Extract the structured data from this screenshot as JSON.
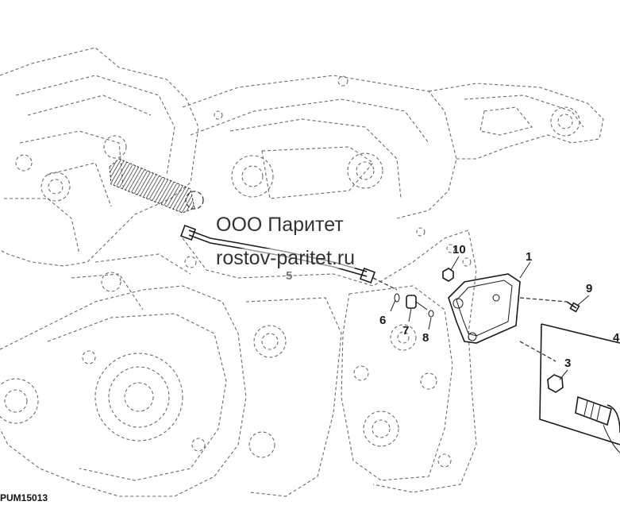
{
  "watermark": {
    "company": "ООО Паритет",
    "site": "rostov-paritet.ru"
  },
  "figure_code": "PUM15013",
  "callouts": [
    {
      "id": "c1",
      "label": "1"
    },
    {
      "id": "c3",
      "label": "3"
    },
    {
      "id": "c4",
      "label": "4"
    },
    {
      "id": "c5",
      "label": "5"
    },
    {
      "id": "c6",
      "label": "6"
    },
    {
      "id": "c7",
      "label": "7"
    },
    {
      "id": "c8",
      "label": "8"
    },
    {
      "id": "c9",
      "label": "9"
    },
    {
      "id": "c10",
      "label": "10"
    }
  ]
}
